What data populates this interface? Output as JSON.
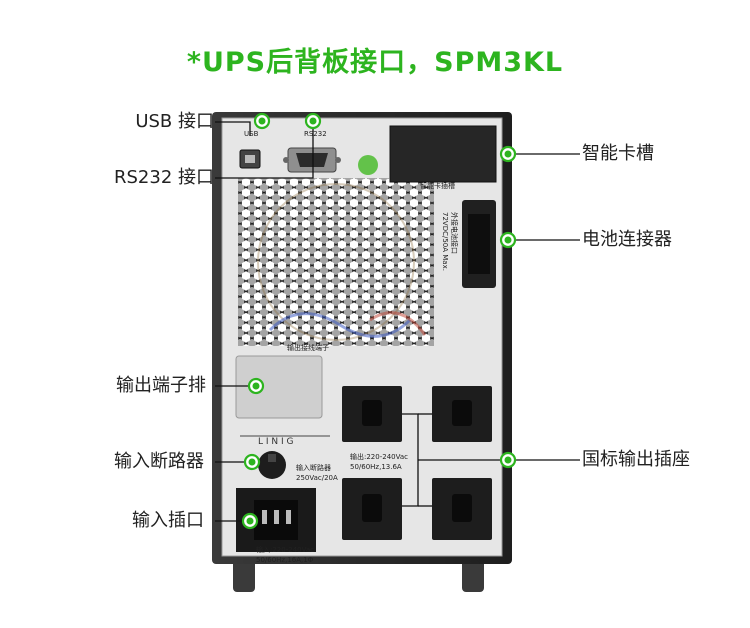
{
  "title": "*UPS后背板接口，SPM3KL",
  "colors": {
    "accent": "#2db41f",
    "panel": "#e6e6e6",
    "chassis": "#2a2a2a"
  },
  "labels": {
    "usb": "USB 接口",
    "rs232": "RS232 接口",
    "output_terminal": "输出端子排",
    "input_breaker": "输入断路器",
    "input_socket": "输入插口",
    "smart_slot": "智能卡槽",
    "battery_connector": "电池连接器",
    "gb_output_socket": "国标输出插座"
  },
  "panel_text": {
    "usb_port": "USB",
    "rs232_port": "RS232",
    "linig": "L I N I G",
    "output_rating_1": "输出:220-240Vac",
    "output_rating_2": "50/60Hz,13.6A",
    "breaker_name": "输入断路器",
    "breaker_rating": "250Vac/20A",
    "input_rating_1": "输入:220-240Vac",
    "input_rating_2": "50/60Hz,16A,1Φ",
    "battery_port": "外接电池接口",
    "battery_rating": "72VDC/50A Max.",
    "output_terminal_small": "输出接线端子",
    "smart_slot_small": "智能卡插槽"
  }
}
